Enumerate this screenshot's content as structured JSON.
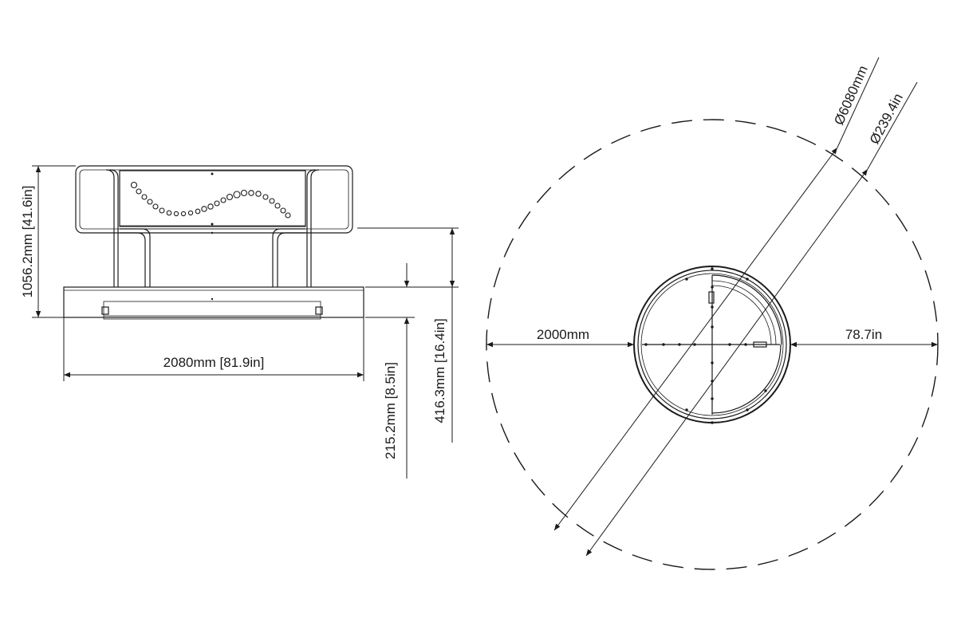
{
  "front_view": {
    "overall_height": "1056.2mm [41.6in]",
    "overall_width": "2080mm [81.9in]",
    "base_height": "215.2mm [8.5in]",
    "seat_height": "416.3mm [16.4in]"
  },
  "plan_view": {
    "safety_diameter_mm": "Ø6080mm",
    "safety_diameter_in": "Ø239.4in",
    "clearance_mm": "2000mm",
    "clearance_in": "78.7in"
  }
}
